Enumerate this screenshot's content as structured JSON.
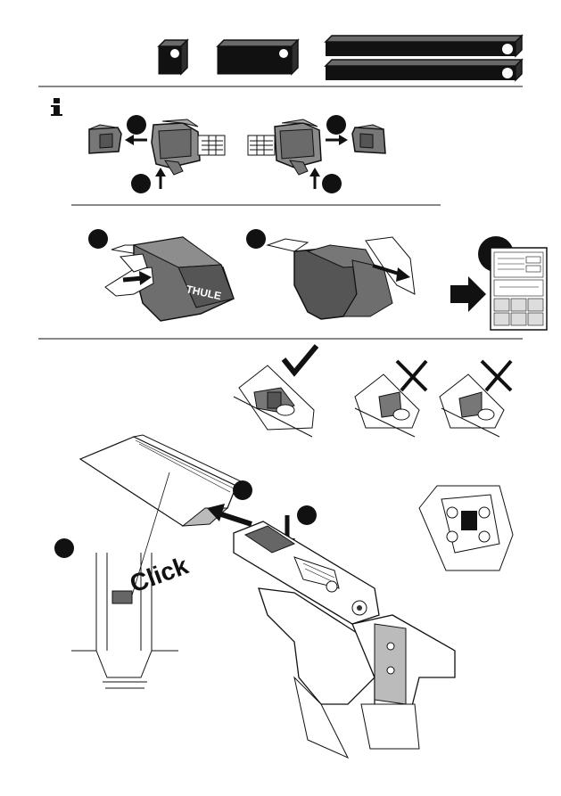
{
  "info_icon": "info-icon",
  "part_icons": [
    "small-block",
    "medium-block",
    "long-bar",
    "long-bar"
  ],
  "thule_brand": "THULE",
  "click_text": "Click",
  "marks": {
    "correct": "check-mark",
    "wrong": "cross-mark"
  },
  "colors": {
    "ink": "#111111",
    "part_fill": "#6e6e6e",
    "part_dark": "#3a3a3a",
    "line": "#222222"
  }
}
